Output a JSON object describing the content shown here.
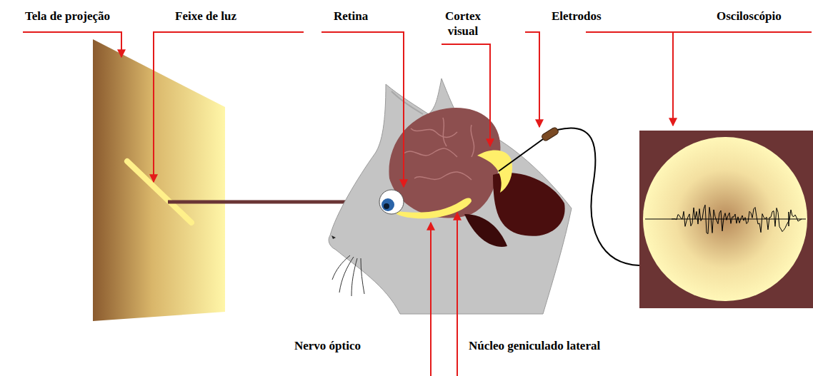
{
  "diagram": {
    "labels": [
      "Tela de projeção",
      "Feixe de luz",
      "Retina",
      "Cortex visual",
      "Eletrodos",
      "Osciloscópio",
      "Nervo óptico",
      "Núcleo geniculado lateral"
    ]
  }
}
